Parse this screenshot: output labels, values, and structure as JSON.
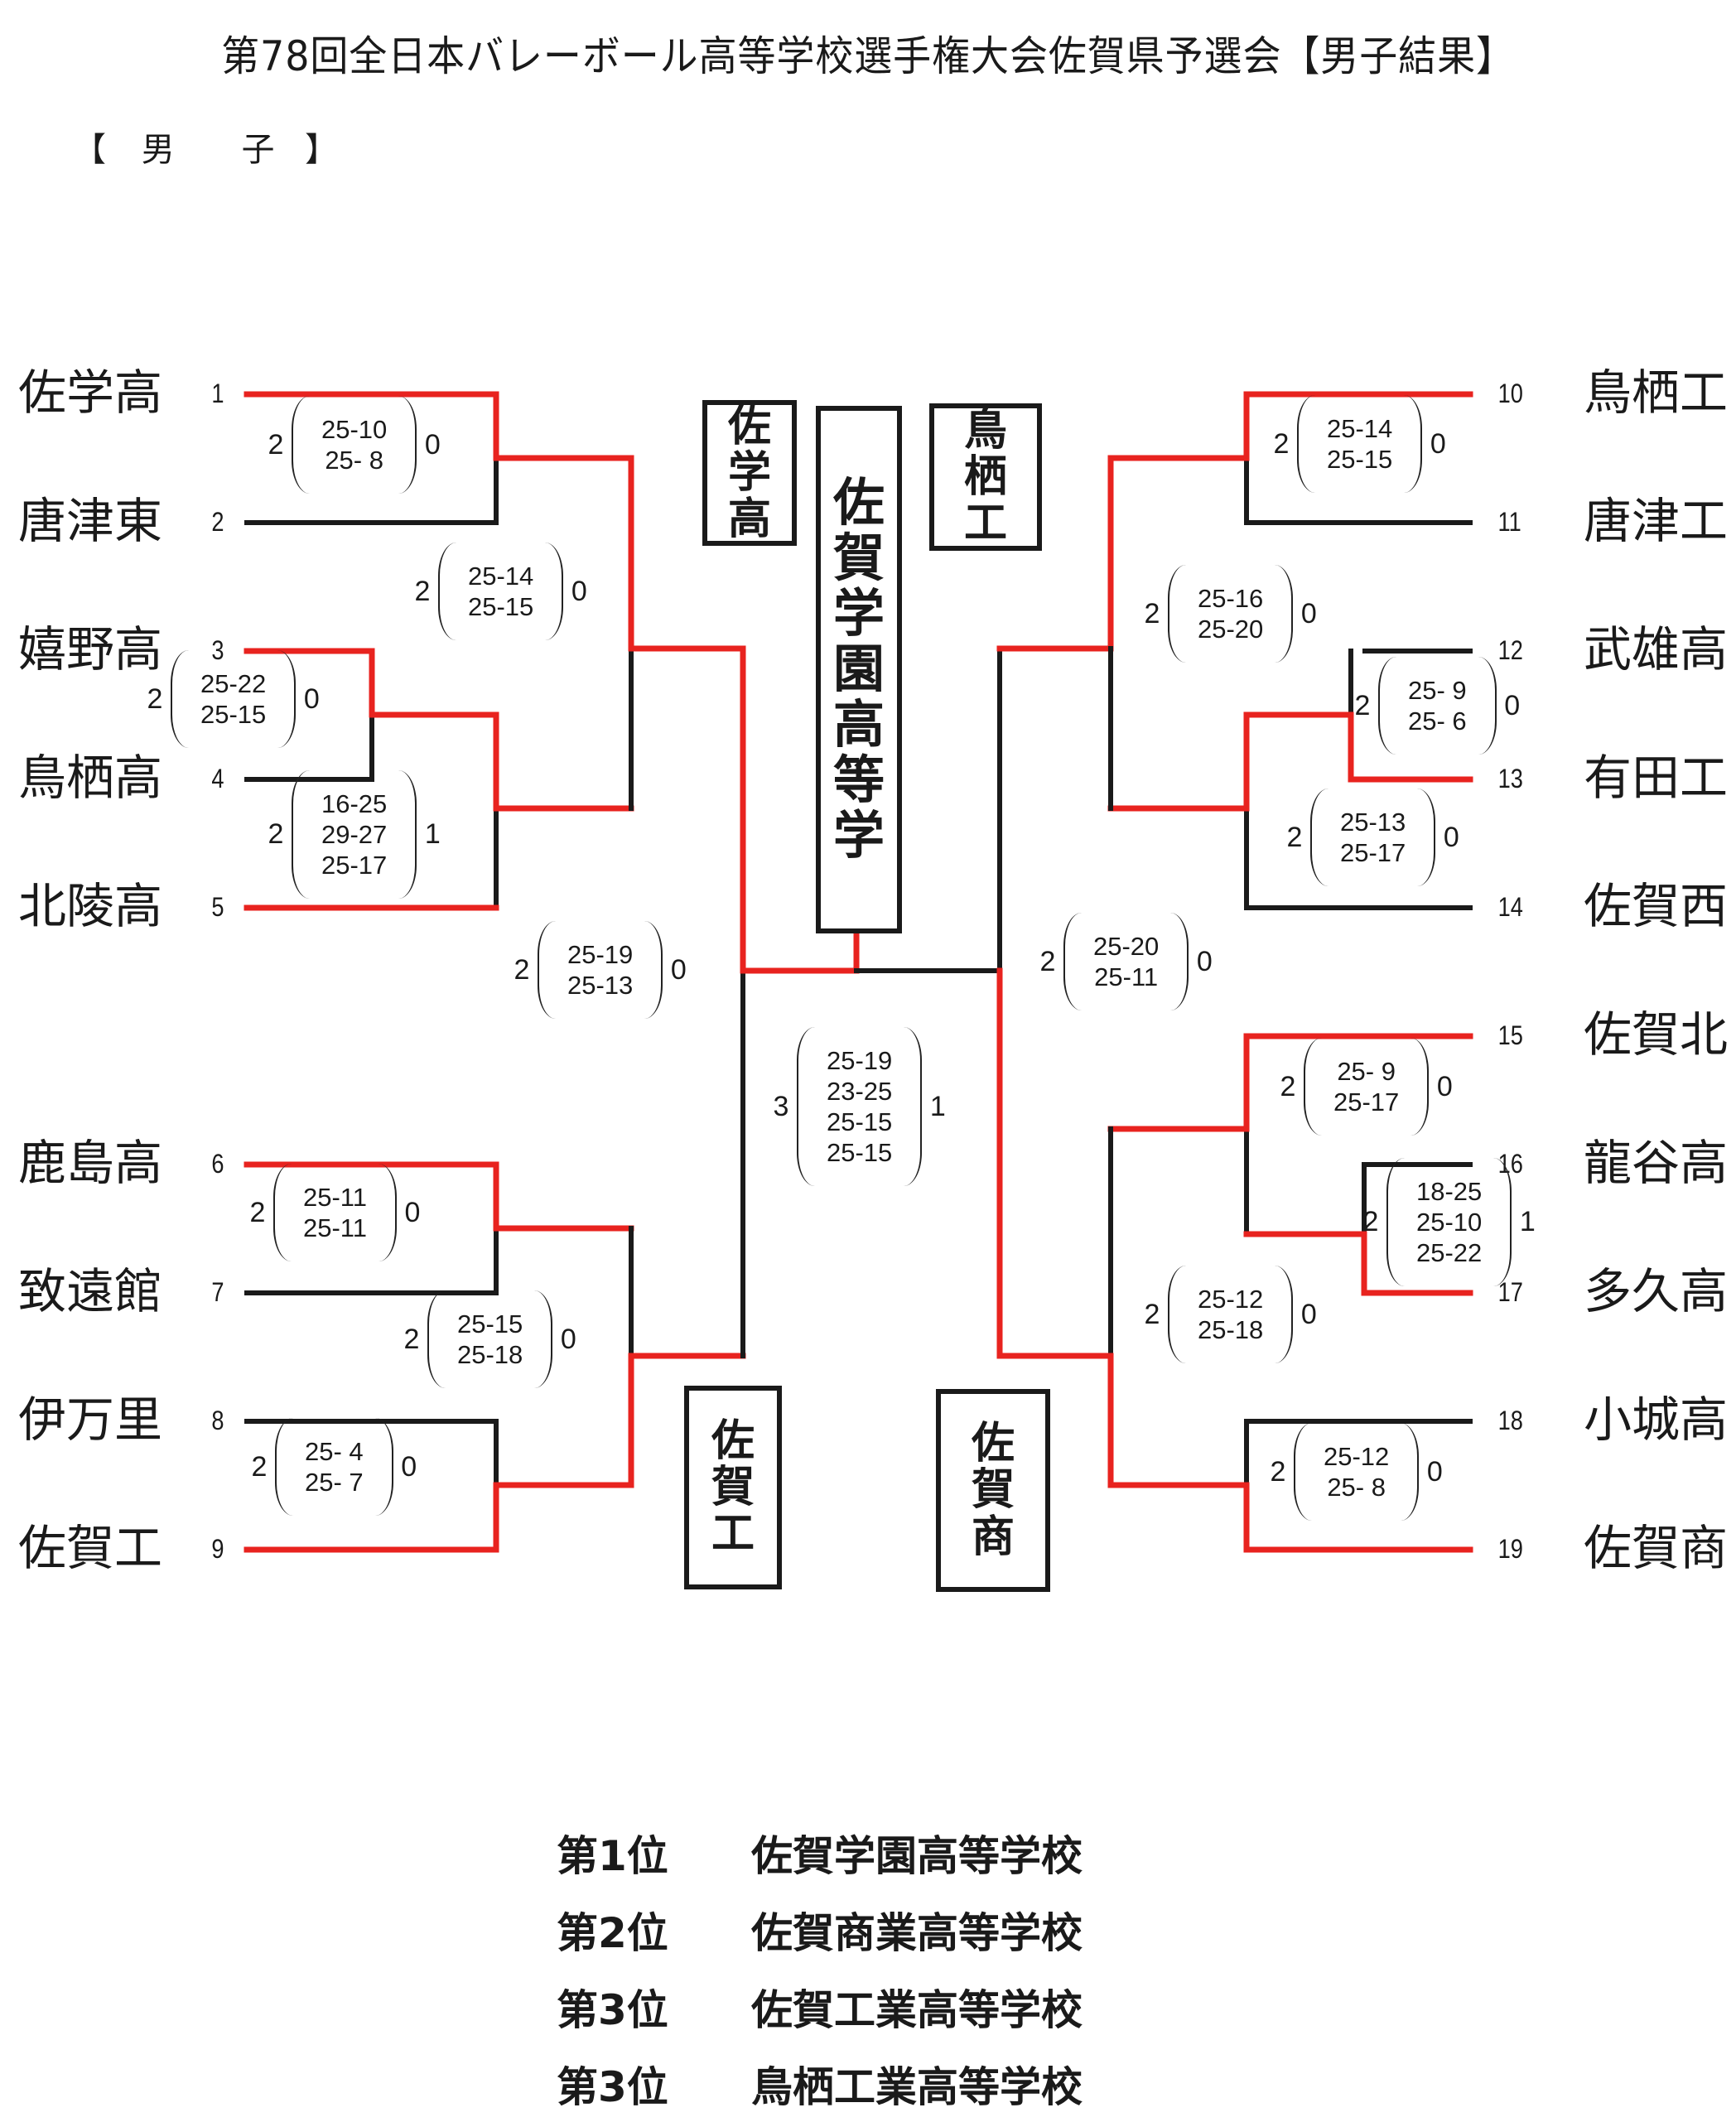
{
  "title": "第78回全日本バレーボール高等学校選手権大会佐賀県予選会【男子結果】",
  "section_label": [
    "【",
    "男",
    "子",
    "】"
  ],
  "teams": [
    {
      "seed": "1",
      "name": "佐学高"
    },
    {
      "seed": "2",
      "name": "唐津東"
    },
    {
      "seed": "3",
      "name": "嬉野高"
    },
    {
      "seed": "4",
      "name": "鳥栖高"
    },
    {
      "seed": "5",
      "name": "北陵高"
    },
    {
      "seed": "6",
      "name": "鹿島高"
    },
    {
      "seed": "7",
      "name": "致遠館"
    },
    {
      "seed": "8",
      "name": "伊万里"
    },
    {
      "seed": "9",
      "name": "佐賀工"
    },
    {
      "seed": "10",
      "name": "鳥栖工"
    },
    {
      "seed": "11",
      "name": "唐津工"
    },
    {
      "seed": "12",
      "name": "武雄高"
    },
    {
      "seed": "13",
      "name": "有田工"
    },
    {
      "seed": "14",
      "name": "佐賀西"
    },
    {
      "seed": "15",
      "name": "佐賀北"
    },
    {
      "seed": "16",
      "name": "龍谷高"
    },
    {
      "seed": "17",
      "name": "多久高"
    },
    {
      "seed": "18",
      "name": "小城高"
    },
    {
      "seed": "19",
      "name": "佐賀商"
    }
  ],
  "matches": [
    {
      "id": "m1-2",
      "left_sets": "2",
      "right_sets": "0",
      "games": [
        "25-10",
        "25- 8"
      ]
    },
    {
      "id": "m3-4",
      "left_sets": "2",
      "right_sets": "0",
      "games": [
        "25-22",
        "25-15"
      ]
    },
    {
      "id": "m34-5",
      "left_sets": "2",
      "right_sets": "1",
      "games": [
        "16-25",
        "29-27",
        "25-17"
      ]
    },
    {
      "id": "m12-345",
      "left_sets": "2",
      "right_sets": "0",
      "games": [
        "25-14",
        "25-15"
      ]
    },
    {
      "id": "m6-7",
      "left_sets": "2",
      "right_sets": "0",
      "games": [
        "25-11",
        "25-11"
      ]
    },
    {
      "id": "m8-9",
      "left_sets": "2",
      "right_sets": "0",
      "games": [
        "25- 4",
        "25- 7"
      ]
    },
    {
      "id": "m67-89",
      "left_sets": "2",
      "right_sets": "0",
      "games": [
        "25-15",
        "25-18"
      ]
    },
    {
      "id": "left-semi",
      "left_sets": "2",
      "right_sets": "0",
      "games": [
        "25-19",
        "25-13"
      ]
    },
    {
      "id": "final",
      "left_sets": "3",
      "right_sets": "1",
      "games": [
        "25-19",
        "23-25",
        "25-15",
        "25-15"
      ]
    },
    {
      "id": "m10-11",
      "left_sets": "2",
      "right_sets": "0",
      "games": [
        "25-14",
        "25-15"
      ]
    },
    {
      "id": "m12-13",
      "left_sets": "2",
      "right_sets": "0",
      "games": [
        "25- 9",
        "25- 6"
      ]
    },
    {
      "id": "m1213-14",
      "left_sets": "2",
      "right_sets": "0",
      "games": [
        "25-13",
        "25-17"
      ]
    },
    {
      "id": "m1011-1214",
      "left_sets": "2",
      "right_sets": "0",
      "games": [
        "25-16",
        "25-20"
      ]
    },
    {
      "id": "m16-17",
      "left_sets": "2",
      "right_sets": "1",
      "games": [
        "18-25",
        "25-10",
        "25-22"
      ]
    },
    {
      "id": "m15-1617",
      "left_sets": "2",
      "right_sets": "0",
      "games": [
        "25- 9",
        "25-17"
      ]
    },
    {
      "id": "m18-19",
      "left_sets": "2",
      "right_sets": "0",
      "games": [
        "25-12",
        "25- 8"
      ]
    },
    {
      "id": "m1517-1819",
      "left_sets": "2",
      "right_sets": "0",
      "games": [
        "25-12",
        "25-18"
      ]
    },
    {
      "id": "right-semi",
      "left_sets": "2",
      "right_sets": "0",
      "games": [
        "25-20",
        "25-11"
      ]
    }
  ],
  "result_boxes": {
    "champion": "佐賀学園高等学",
    "block_a_winner": "佐学高",
    "block_b_winner": "佐賀工",
    "block_c_winner": "鳥栖工",
    "block_d_winner": "佐賀商"
  },
  "rankings": [
    {
      "rank": "第1位",
      "school": "佐賀学園高等学校"
    },
    {
      "rank": "第2位",
      "school": "佐賀商業高等学校"
    },
    {
      "rank": "第3位",
      "school": "佐賀工業高等学校"
    },
    {
      "rank": "第3位",
      "school": "鳥栖工業高等学校"
    }
  ],
  "colors": {
    "win_line": "#e8231f",
    "line": "#1a1a1a",
    "text": "#1a1a1a"
  }
}
